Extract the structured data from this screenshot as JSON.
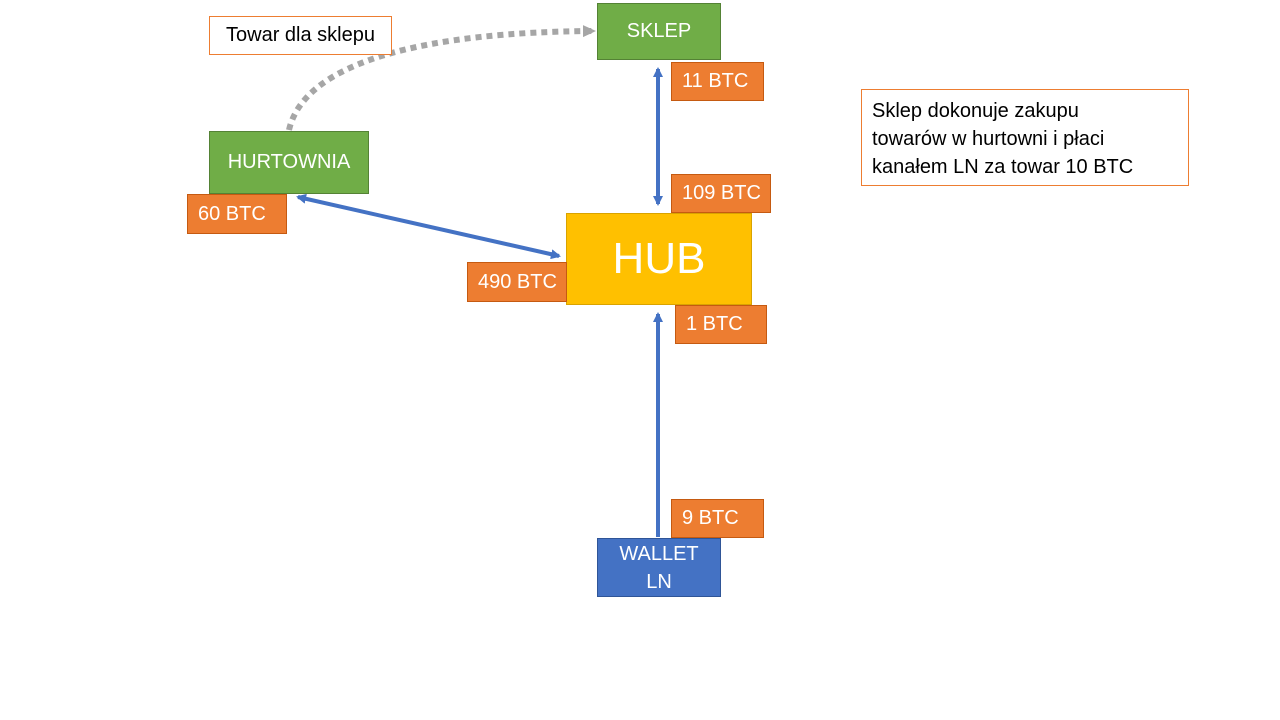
{
  "nodes": {
    "sklep": "SKLEP",
    "hurtownia": "HURTOWNIA",
    "hub": "HUB",
    "wallet_line1": "WALLET",
    "wallet_line2": "LN"
  },
  "balances": {
    "sklep_side": "11 BTC",
    "hub_to_sklep": "109 BTC",
    "hurtownia_side": "60 BTC",
    "hub_to_hurtownia": "490 BTC",
    "hub_to_wallet": "1 BTC",
    "wallet_side": "9 BTC"
  },
  "labels": {
    "goods_flow": "Towar dla sklepu"
  },
  "description": {
    "line1": "Sklep dokonuje zakupu",
    "line2": "towarów w hurtowni i płaci",
    "line3": "kanałem LN za towar 10 BTC"
  },
  "colors": {
    "node_green": "#70ad47",
    "hub_yellow": "#ffc000",
    "wallet_blue": "#4472c4",
    "badge_orange": "#ed7d31",
    "arrow_blue": "#4472c4",
    "dotted_gray": "#a6a6a6"
  }
}
